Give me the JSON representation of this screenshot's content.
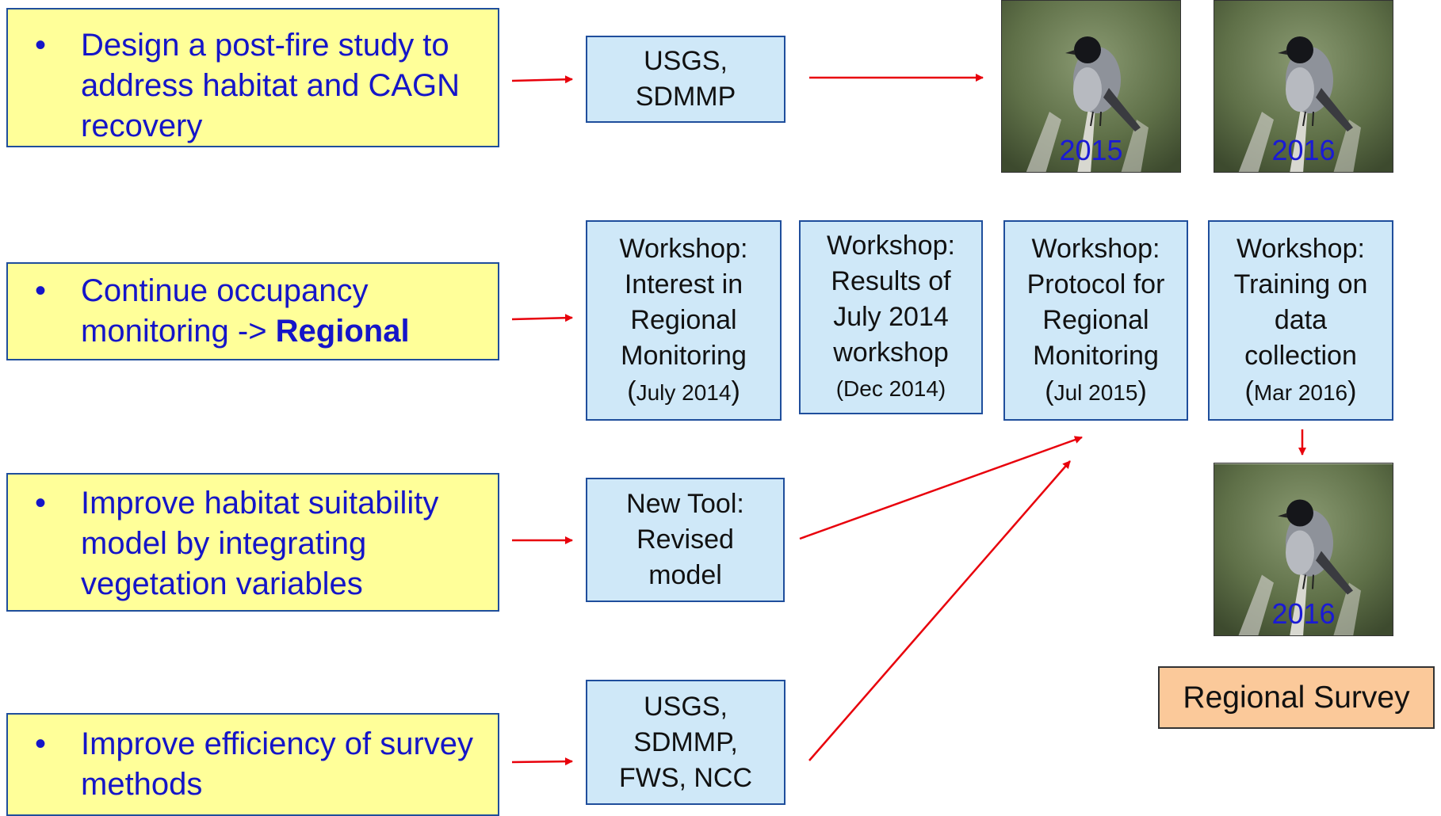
{
  "goals": [
    {
      "bullet": "•",
      "text": "Design a post-fire study to address habitat and CAGN recovery",
      "bold": ""
    },
    {
      "bullet": "•",
      "text": "Continue occupancy monitoring -> ",
      "bold": "Regional"
    },
    {
      "bullet": "•",
      "text": "Improve habitat suitability model by integrating vegetation variables",
      "bold": ""
    },
    {
      "bullet": "•",
      "text": "Improve efficiency of survey methods",
      "bold": ""
    }
  ],
  "boxes": {
    "usgs_sdmmp": {
      "line1": "USGS,",
      "line2": "SDMMP"
    },
    "workshop1": {
      "l1": "Workshop:",
      "l2": "Interest in",
      "l3": "Regional",
      "l4": "Monitoring",
      "open": "(",
      "date": "July 2014",
      "close": ")"
    },
    "workshop2": {
      "l1": "Workshop:",
      "l2": "Results of",
      "l3": "July 2014",
      "l4": "workshop",
      "date": "(Dec 2014)"
    },
    "workshop3": {
      "l1": "Workshop:",
      "l2": "Protocol for",
      "l3": "Regional",
      "l4": "Monitoring",
      "open": "(",
      "date": "Jul 2015",
      "close": ")"
    },
    "workshop4": {
      "l1": "Workshop:",
      "l2": "Training on",
      "l3": "data",
      "l4": "collection",
      "open": "(",
      "date": "Mar 2016",
      "close": ")"
    },
    "new_tool": {
      "l1": "New Tool:",
      "l2": "Revised",
      "l3": "model"
    },
    "partners": {
      "l1": "USGS,",
      "l2": "SDMMP,",
      "l3": "FWS, NCC"
    }
  },
  "photos": [
    {
      "year": "2015"
    },
    {
      "year": "2016"
    },
    {
      "year": "2016"
    }
  ],
  "regional_survey": "Regional Survey",
  "colors": {
    "arrow": "#e8000b",
    "goal_fill": "#ffff99",
    "goal_text": "#1515c8",
    "box_fill": "#cfe8f8",
    "survey_fill": "#fbc99a"
  }
}
